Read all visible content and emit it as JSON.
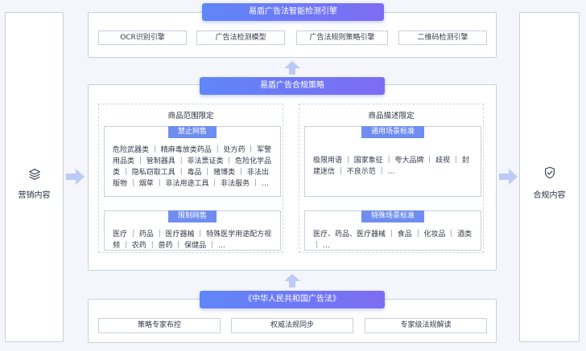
{
  "left_panel": {
    "label": "营销内容",
    "icon": "layers-icon"
  },
  "right_panel": {
    "label": "合规内容",
    "icon": "shield-check-icon"
  },
  "top_section": {
    "title": "易盾广告法智能检测引擎",
    "engines": [
      "OCR识别引擎",
      "广告法检测模型",
      "广告法规则策略引擎",
      "二维码检测引擎"
    ]
  },
  "middle_section": {
    "title": "易盾广告合规策略",
    "product_scope": {
      "title": "商品范围限定",
      "cards": [
        {
          "tag": "禁止网售",
          "text": "危险武器类 ｜ 精麻毒放类药品 ｜ 处方药 ｜ 军警用品类 ｜ 管制器具 ｜ 非法票证类 ｜ 危险化学品类 ｜ 隐私窃取工具 ｜ 毒品 ｜ 赌博类 ｜ 非法出版物 ｜ 烟草 ｜ 非法用途工具 ｜ 非法服务 ｜ …"
        },
        {
          "tag": "限制网售",
          "text": "医疗 ｜ 药品 ｜ 医疗器械 ｜ 特殊医学用途配方视频 ｜ 农药 ｜ 兽药 ｜ 保健品 ｜ …"
        }
      ]
    },
    "product_description": {
      "title": "商品描述限定",
      "cards": [
        {
          "tag": "通用场景标准",
          "text": "极限用语 ｜ 国家象征 ｜ 夸大品牌 ｜ 歧视 ｜ 封建迷信 ｜ 不良示范 ｜ …"
        },
        {
          "tag": "特殊场景标准",
          "text": "医疗、药品、医疗器械 ｜ 食品 ｜ 化妆品 ｜ 酒类 ｜ …"
        }
      ]
    }
  },
  "bottom_section": {
    "title": "《中华人民共和国广告法》",
    "items": [
      "策略专家布控",
      "权威法规同步",
      "专家级法规解读"
    ]
  },
  "colors": {
    "accent_start": "#5f86f8",
    "accent_end": "#7d6cf2",
    "tag": "#6f8df0",
    "arrow": "#bccaf5",
    "border": "#c7cfdc"
  }
}
